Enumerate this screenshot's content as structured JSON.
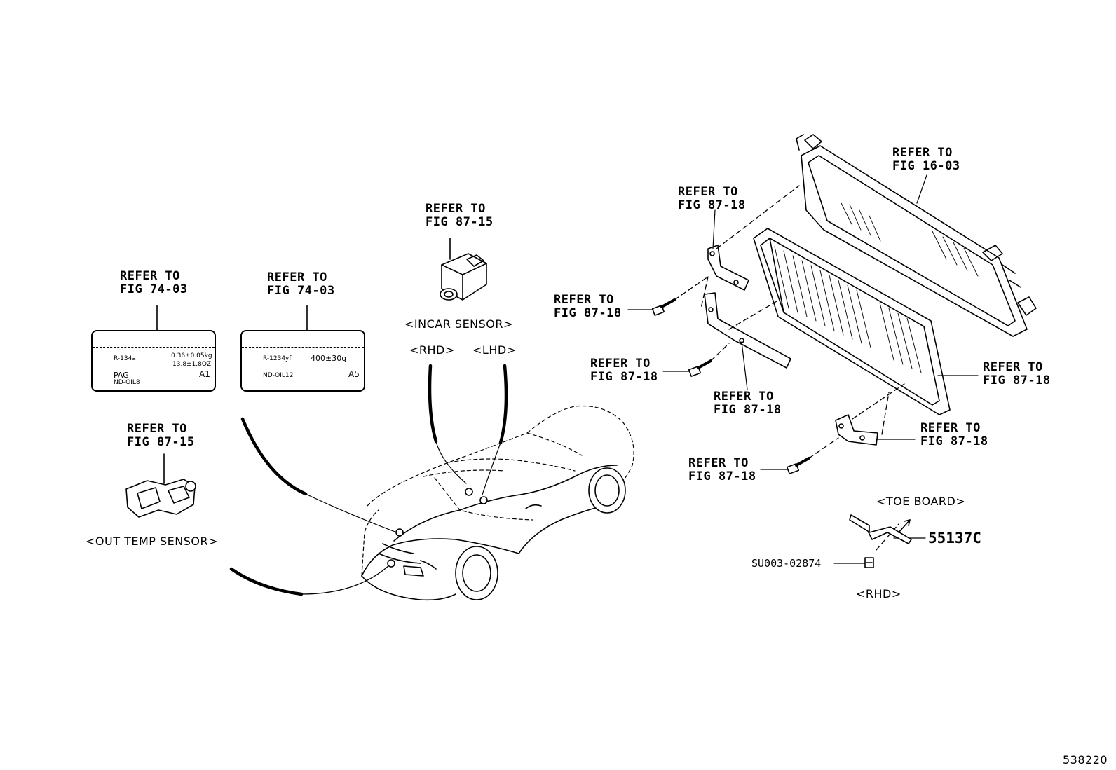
{
  "refs": {
    "radiator": [
      "REFER TO",
      "FIG 16-03"
    ],
    "bracket_top": [
      "REFER TO",
      "FIG 87-18"
    ],
    "bolt_upper": [
      "REFER TO",
      "FIG 87-18"
    ],
    "bolt_middle": [
      "REFER TO",
      "FIG 87-18"
    ],
    "bracket_middle": [
      "REFER TO",
      "FIG 87-18"
    ],
    "condenser": [
      "REFER TO",
      "FIG 87-18"
    ],
    "bracket_lower": [
      "REFER TO",
      "FIG 87-18"
    ],
    "bolt_lower": [
      "REFER TO",
      "FIG 87-18"
    ],
    "incar_sensor": [
      "REFER TO",
      "FIG 87-15"
    ],
    "label_left": [
      "REFER TO",
      "FIG 74-03"
    ],
    "label_right": [
      "REFER TO",
      "FIG 74-03"
    ],
    "out_temp_sensor": [
      "REFER TO",
      "FIG 87-15"
    ]
  },
  "captions": {
    "incar_sensor": "<INCAR SENSOR>",
    "rhd": "<RHD>",
    "lhd": "<LHD>",
    "out_temp_sensor": "<OUT TEMP SENSOR>",
    "toe_board": "<TOE BOARD>",
    "rhd_lower": "<RHD>"
  },
  "parts": {
    "toe_board_part": "55137C",
    "clip_part": "SU003-02874"
  },
  "label_left": {
    "refrigerant": "R-134a",
    "amount_kg": "0.36±0.05kg",
    "amount_oz": "13.8±1.8OZ",
    "oil": "PAG",
    "oil_code": "ND-OIL8",
    "code": "A1"
  },
  "label_right": {
    "refrigerant": "R-1234yf",
    "amount": "400±30g",
    "oil_code": "ND-OIL12",
    "code": "A5"
  },
  "figure_number": "538220"
}
